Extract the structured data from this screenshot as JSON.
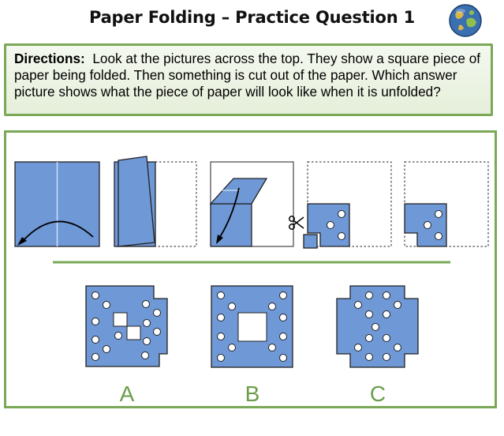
{
  "title": "Paper Folding – Practice Question 1",
  "directions": {
    "label": "Directions:",
    "text": "Look at the pictures across the top.  They show a square piece of paper being folded.  Then something is cut out of the paper.  Which answer picture shows what the piece of paper will look like when it is unfolded?"
  },
  "options": [
    {
      "label": "A"
    },
    {
      "label": "B"
    },
    {
      "label": "C"
    }
  ],
  "icons": [
    "globe-icon",
    "scissors-icon",
    "fold-arrow-icon"
  ],
  "colors": {
    "paper": "#6f98d6",
    "frame": "#7aa857",
    "option_label": "#6a9e49"
  }
}
